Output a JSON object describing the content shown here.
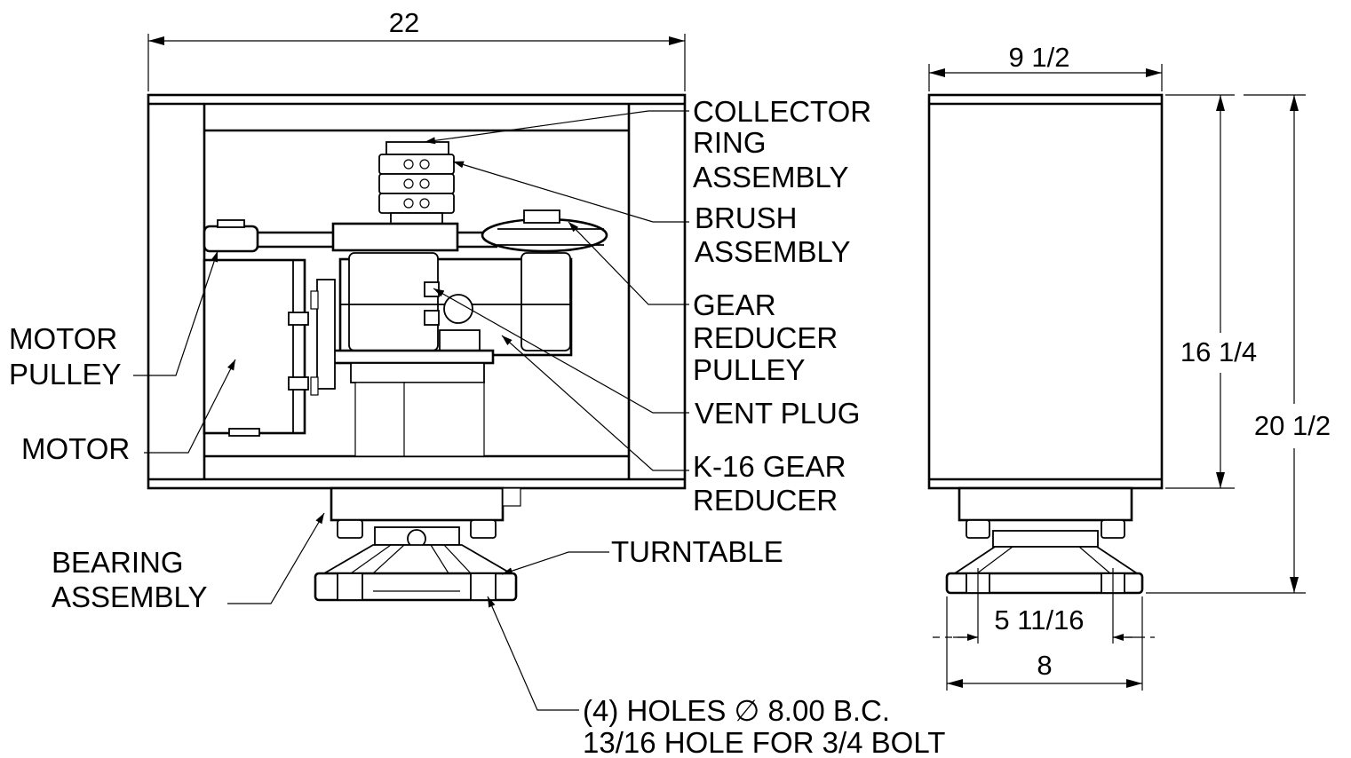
{
  "dimensions": {
    "overall_width": "22",
    "side_width": "9 1/2",
    "housing_height": "16 1/4",
    "overall_height": "20 1/2",
    "bolt_spacing": "5 11/16",
    "base_width": "8"
  },
  "callouts": {
    "collector_ring": [
      "COLLECTOR",
      "RING",
      "ASSEMBLY"
    ],
    "brush_assembly": [
      "BRUSH",
      "ASSEMBLY"
    ],
    "gear_reducer_pulley": [
      "GEAR",
      "REDUCER",
      "PULLEY"
    ],
    "vent_plug": "VENT PLUG",
    "k16_gear_reducer": [
      "K-16 GEAR",
      "REDUCER"
    ],
    "motor_pulley": [
      "MOTOR",
      "PULLEY"
    ],
    "motor": "MOTOR",
    "bearing_assembly": [
      "BEARING",
      "ASSEMBLY"
    ],
    "turntable": "TURNTABLE",
    "holes_note": [
      "(4) HOLES ∅ 8.00 B.C.",
      "13/16 HOLE FOR 3/4 BOLT"
    ]
  }
}
